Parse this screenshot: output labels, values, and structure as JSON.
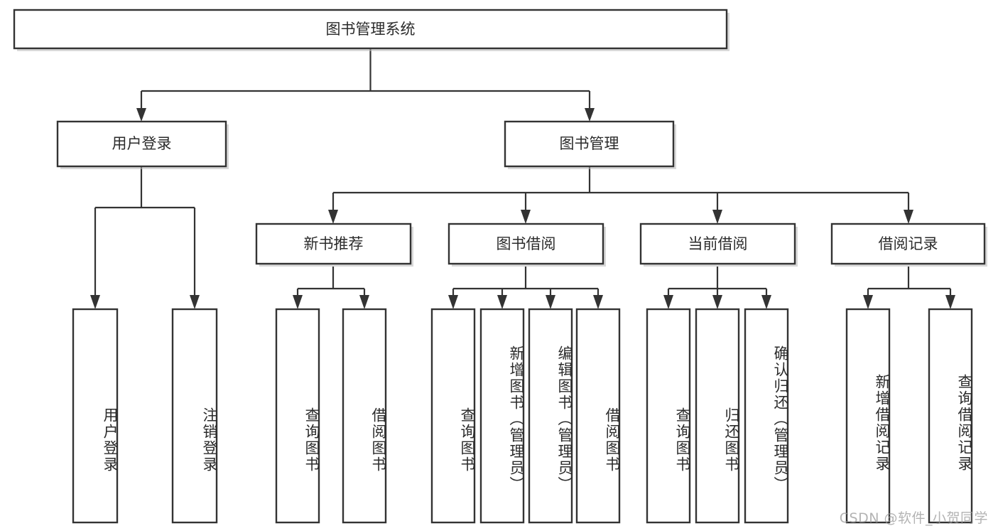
{
  "diagram": {
    "title": "图书管理系统",
    "type": "tree-hierarchy",
    "orientation": "top-down",
    "root": {
      "id": "root",
      "label": "图书管理系统",
      "text_direction": "horizontal"
    },
    "level2": [
      {
        "id": "user-login",
        "label": "用户登录",
        "text_direction": "horizontal"
      },
      {
        "id": "book-manage",
        "label": "图书管理",
        "text_direction": "horizontal"
      }
    ],
    "level3": [
      {
        "id": "new-book-recommend",
        "label": "新书推荐",
        "text_direction": "horizontal",
        "parent": "book-manage"
      },
      {
        "id": "book-borrow",
        "label": "图书借阅",
        "text_direction": "horizontal",
        "parent": "book-manage"
      },
      {
        "id": "current-borrow",
        "label": "当前借阅",
        "text_direction": "horizontal",
        "parent": "book-manage"
      },
      {
        "id": "borrow-record",
        "label": "借阅记录",
        "text_direction": "horizontal",
        "parent": "book-manage"
      }
    ],
    "leaves": [
      {
        "id": "leaf-user-login",
        "label": "用户登录",
        "parent": "user-login",
        "text_direction": "vertical"
      },
      {
        "id": "leaf-logout-login",
        "label": "注销登录",
        "parent": "user-login",
        "text_direction": "vertical"
      },
      {
        "id": "leaf-query-book-1",
        "label": "查询图书",
        "parent": "new-book-recommend",
        "text_direction": "vertical"
      },
      {
        "id": "leaf-borrow-book-1",
        "label": "借阅图书",
        "parent": "new-book-recommend",
        "text_direction": "vertical"
      },
      {
        "id": "leaf-query-book-2",
        "label": "查询图书",
        "parent": "book-borrow",
        "text_direction": "vertical"
      },
      {
        "id": "leaf-add-book",
        "label": "新增图书（管理员）",
        "parent": "book-borrow",
        "text_direction": "vertical"
      },
      {
        "id": "leaf-edit-book",
        "label": "编辑图书（管理员）",
        "parent": "book-borrow",
        "text_direction": "vertical"
      },
      {
        "id": "leaf-borrow-book-2",
        "label": "借阅图书",
        "parent": "book-borrow",
        "text_direction": "vertical"
      },
      {
        "id": "leaf-query-book-3",
        "label": "查询图书",
        "parent": "current-borrow",
        "text_direction": "vertical"
      },
      {
        "id": "leaf-return-book",
        "label": "归还图书",
        "parent": "current-borrow",
        "text_direction": "vertical"
      },
      {
        "id": "leaf-confirm-return",
        "label": "确认归还（管理员）",
        "parent": "current-borrow",
        "text_direction": "vertical"
      },
      {
        "id": "leaf-add-record",
        "label": "新增借阅记录",
        "parent": "borrow-record",
        "text_direction": "vertical"
      },
      {
        "id": "leaf-query-record",
        "label": "查询借阅记录",
        "parent": "borrow-record",
        "text_direction": "vertical"
      }
    ]
  },
  "watermark": {
    "text": "CSDN @软件_小贺同学"
  },
  "colors": {
    "box_stroke": "#333333",
    "box_fill": "#ffffff",
    "connector": "#333333",
    "text": "#2b2b2b",
    "watermark": "#9a9a9a",
    "background": "#ffffff"
  }
}
